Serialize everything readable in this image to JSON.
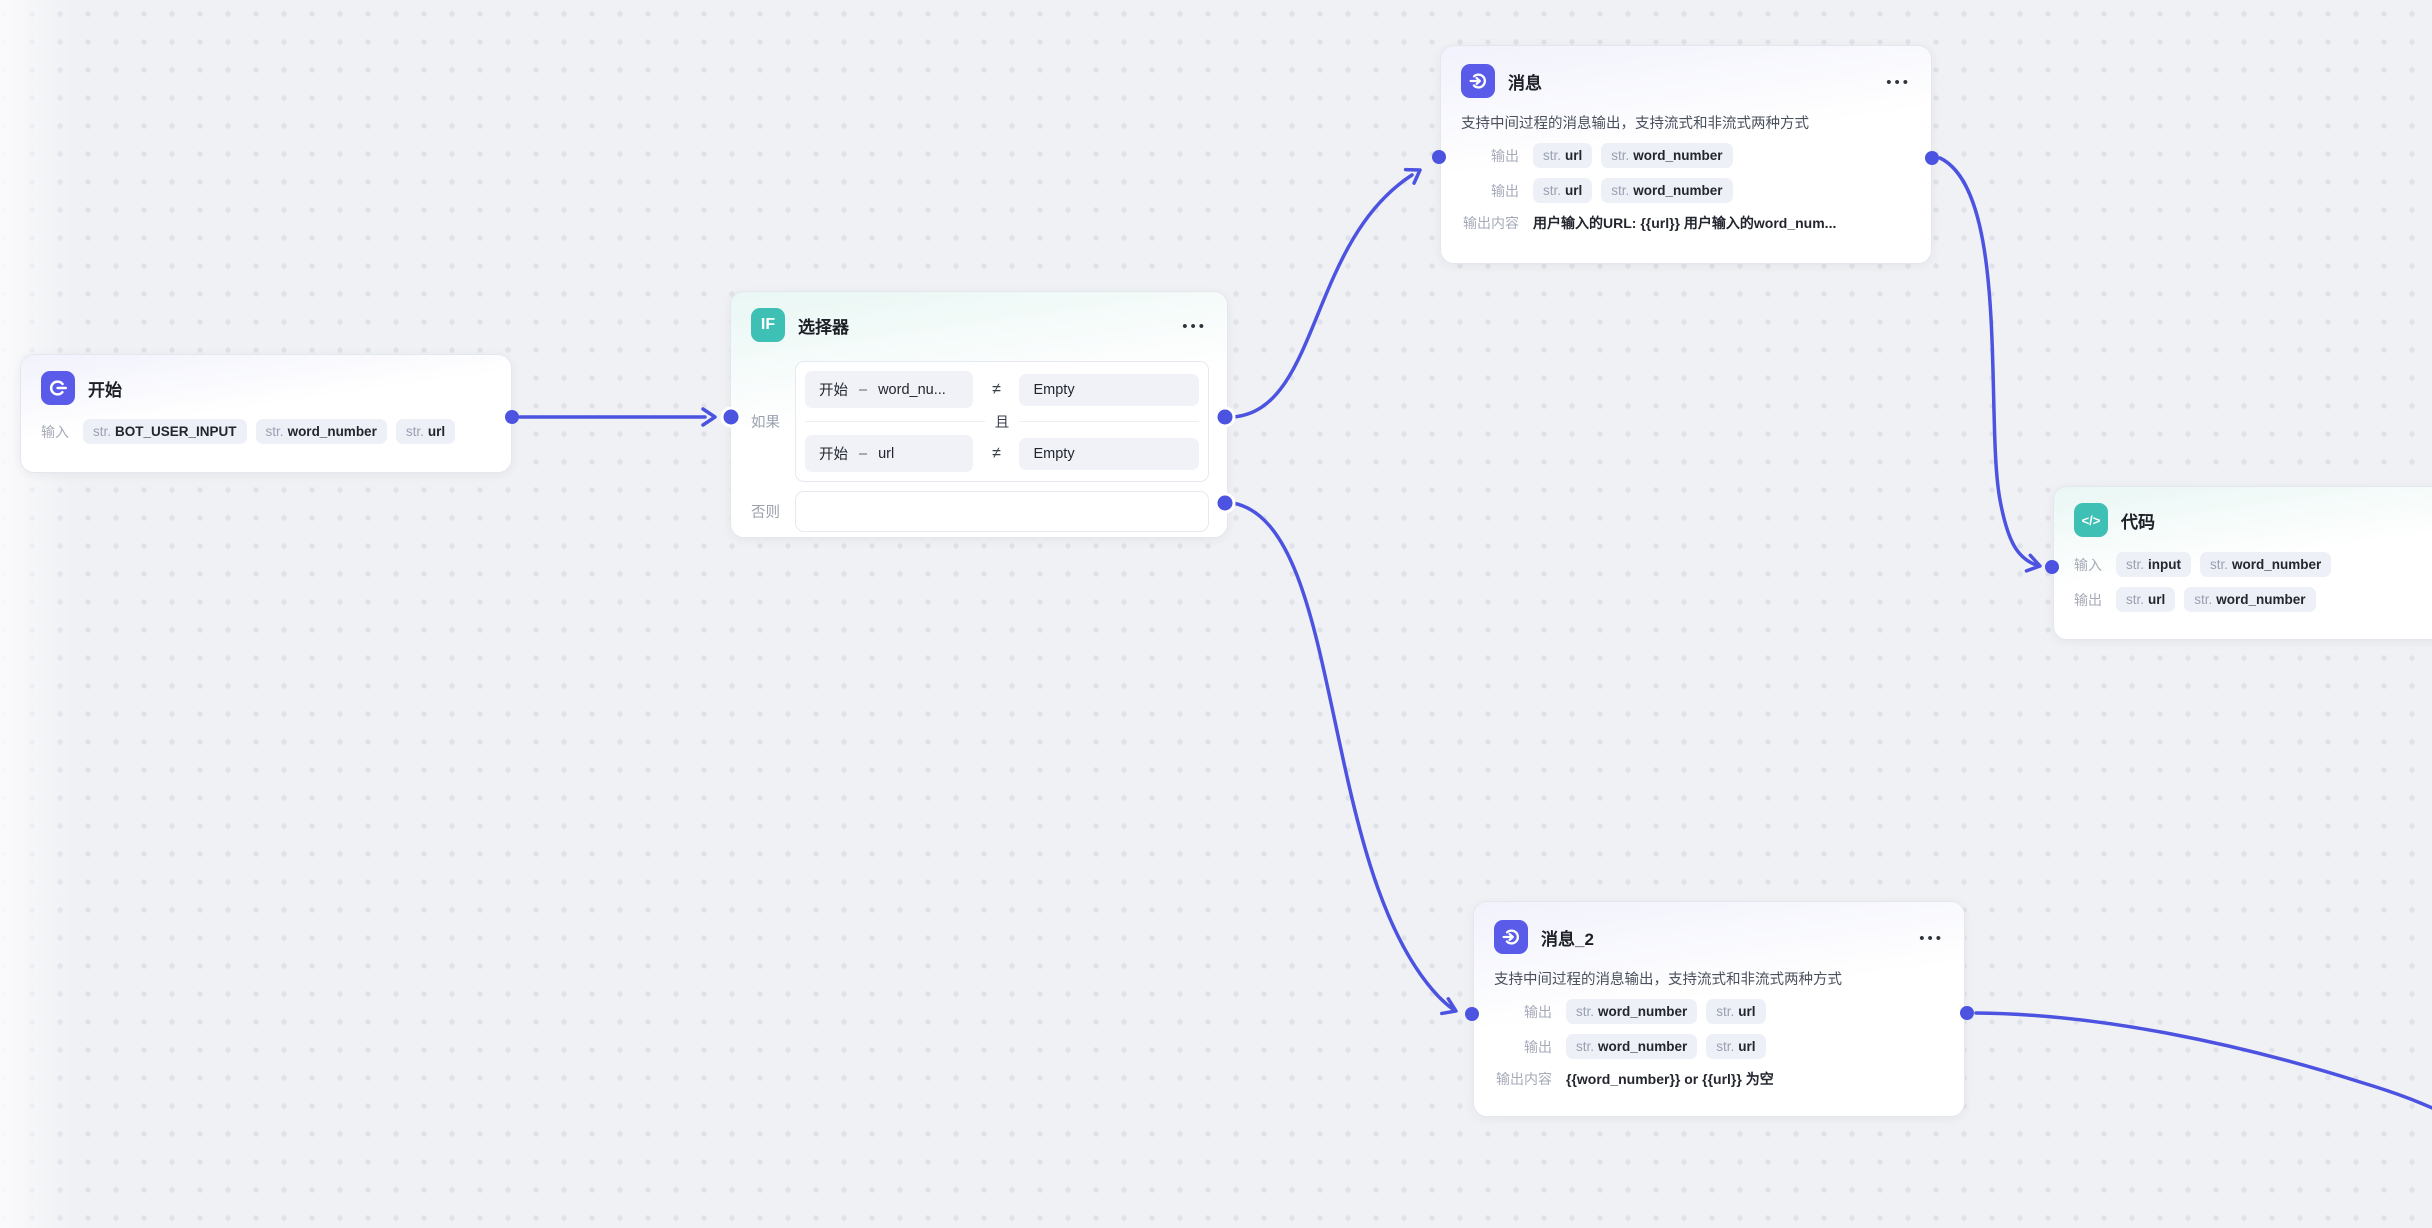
{
  "canvas": {
    "accent_indigo": "#5a5be8",
    "accent_teal": "#3fc0b4",
    "edge_color": "#4b53e0",
    "background": "#f0f1f4"
  },
  "nodes": {
    "start": {
      "title": "开始",
      "icon": "start-power-icon",
      "input_label": "输入",
      "pills": [
        {
          "type": "str.",
          "name": "BOT_USER_INPUT"
        },
        {
          "type": "str.",
          "name": "word_number"
        },
        {
          "type": "str.",
          "name": "url"
        }
      ]
    },
    "selector": {
      "title": "选择器",
      "icon_text": "IF",
      "menu_icon": "•••",
      "if_label": "如果",
      "else_label": "否则",
      "join_label": "且",
      "conditions": [
        {
          "left_ref": "开始",
          "dash": "–",
          "left_field": "word_nu...",
          "operator": "≠",
          "right_value": "Empty"
        },
        {
          "left_ref": "开始",
          "dash": "–",
          "left_field": "url",
          "operator": "≠",
          "right_value": "Empty"
        }
      ]
    },
    "message": {
      "title": "消息",
      "icon": "message-enter-icon",
      "menu_icon": "•••",
      "description": "支持中间过程的消息输出，支持流式和非流式两种方式",
      "output_label_1": "输出",
      "output_pills_1": [
        {
          "type": "str.",
          "name": "url"
        },
        {
          "type": "str.",
          "name": "word_number"
        }
      ],
      "output_label_2": "输出",
      "output_pills_2": [
        {
          "type": "str.",
          "name": "url"
        },
        {
          "type": "str.",
          "name": "word_number"
        }
      ],
      "content_label": "输出内容",
      "content_value": "用户输入的URL: {{url}} 用户输入的word_num..."
    },
    "code": {
      "title": "代码",
      "icon_text": "</>",
      "input_label": "输入",
      "input_pills": [
        {
          "type": "str.",
          "name": "input"
        },
        {
          "type": "str.",
          "name": "word_number"
        }
      ],
      "output_label": "输出",
      "output_pills": [
        {
          "type": "str.",
          "name": "url"
        },
        {
          "type": "str.",
          "name": "word_number"
        }
      ]
    },
    "message2": {
      "title": "消息_2",
      "icon": "message-enter-icon",
      "menu_icon": "•••",
      "description": "支持中间过程的消息输出，支持流式和非流式两种方式",
      "output_label_1": "输出",
      "output_pills_1": [
        {
          "type": "str.",
          "name": "word_number"
        },
        {
          "type": "str.",
          "name": "url"
        }
      ],
      "output_label_2": "输出",
      "output_pills_2": [
        {
          "type": "str.",
          "name": "word_number"
        },
        {
          "type": "str.",
          "name": "url"
        }
      ],
      "content_label": "输出内容",
      "content_value": "{{word_number}} or {{url}} 为空"
    }
  }
}
